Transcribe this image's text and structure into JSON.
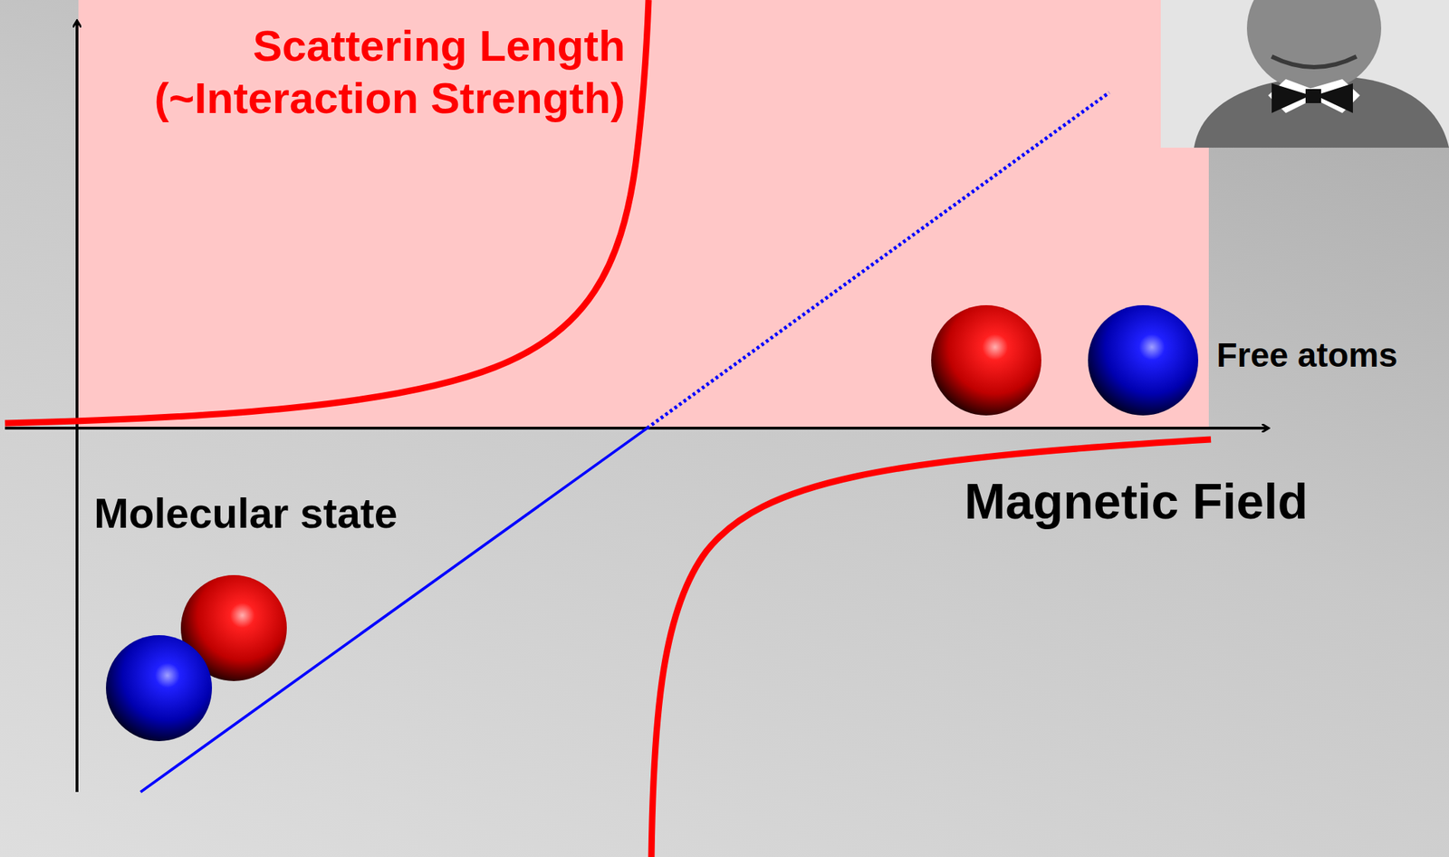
{
  "diagram": {
    "labels": [
      "Scattering Length (~Interaction Strength)",
      "Free atoms",
      "Magnetic Field",
      "Molecular state"
    ]
  }
}
